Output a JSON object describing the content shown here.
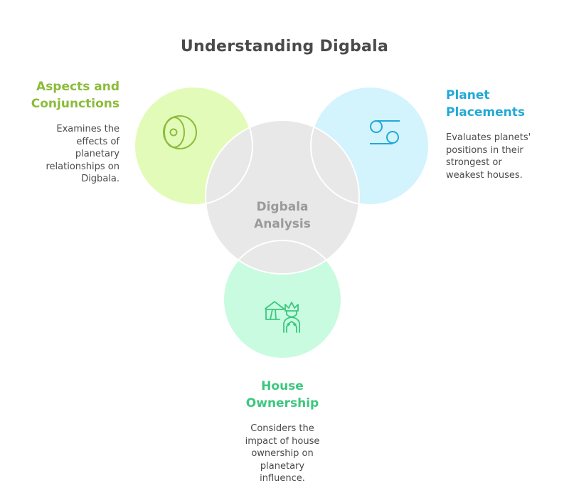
{
  "title": "Understanding Digbala",
  "center": {
    "label_line1": "Digbala",
    "label_line2": "Analysis",
    "color": "#e8e8e8"
  },
  "nodes": [
    {
      "id": "aspects",
      "title_line1": "Aspects and",
      "title_line2": "Conjunctions",
      "description_lines": [
        "Examines the",
        "effects of",
        "planetary",
        "relationships on",
        "Digbala."
      ],
      "icon": "eye-orb-icon",
      "fill_color": "#e3fbb8",
      "accent_color": "#8bbc3a"
    },
    {
      "id": "planet",
      "title_line1": "Planet",
      "title_line2": "Placements",
      "description_lines": [
        "Evaluates planets'",
        "positions in their",
        "strongest or",
        "weakest houses."
      ],
      "icon": "cancer-zodiac-icon",
      "fill_color": "#d3f3fd",
      "accent_color": "#22a9d6"
    },
    {
      "id": "house",
      "title_line1": "House",
      "title_line2": "Ownership",
      "description_lines": [
        "Considers the",
        "impact of house",
        "ownership on",
        "planetary",
        "influence."
      ],
      "icon": "king-and-tent-icon",
      "fill_color": "#c8fbe0",
      "accent_color": "#3cc77e"
    }
  ]
}
